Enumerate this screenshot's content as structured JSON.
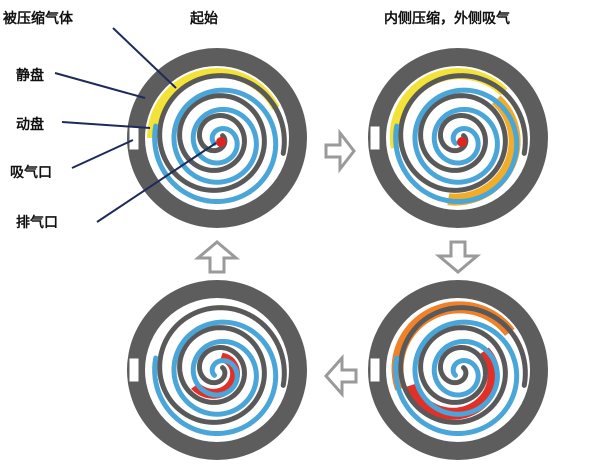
{
  "titles": {
    "start": "起始",
    "stage2": "内侧压缩，外侧吸气"
  },
  "labels": {
    "compressed_gas": "被压缩气体",
    "fixed_scroll": "静盘",
    "orbiting_scroll": "动盘",
    "intake_port": "吸气口",
    "exhaust_port": "排气口"
  },
  "colors": {
    "casing": "#5d5d5d",
    "inner_disc": "#ffffff",
    "fixed_scroll": "#595959",
    "orbiting_scroll": "#4aa6d8",
    "yellow_gas": "#f2e22e",
    "orange_gas": "#f0a81c",
    "orange_red_gas": "#ef7a1e",
    "red_gas": "#e0251e",
    "arrow_stroke": "#9a9a9a",
    "leader_line": "#1e2a5a"
  },
  "icons": {
    "flow_arrow": "hollow-arrow-icon"
  }
}
